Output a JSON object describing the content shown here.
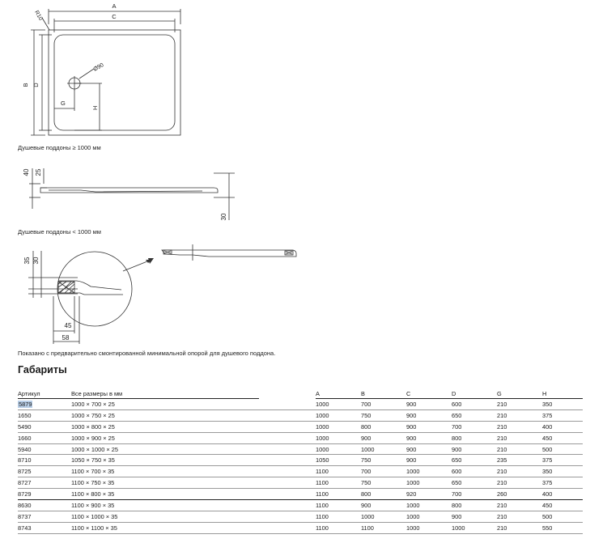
{
  "drawing": {
    "labels": {
      "a": "A",
      "b": "B",
      "c": "C",
      "d": "D",
      "g": "G",
      "h": "H",
      "r10": "R10",
      "o90": "Ø90",
      "dim40": "40",
      "dim25": "25",
      "dim30": "30",
      "dim35": "35",
      "dim30b": "30",
      "dim45": "45",
      "dim58": "58"
    },
    "caption_large": "Душевые поддоны ≥ 1000 мм",
    "caption_small": "Душевые поддоны < 1000 мм",
    "note": "Показано с предварительно смонтированной минимальной опорой для душевого поддона."
  },
  "dimensions": {
    "title": "Габариты",
    "columns": [
      "Артикул",
      "Все размеры в мм",
      "A",
      "B",
      "C",
      "D",
      "G",
      "H"
    ],
    "rows": [
      [
        "5879",
        "1000 × 700 × 25",
        "1000",
        "700",
        "900",
        "600",
        "210",
        "350"
      ],
      [
        "1650",
        "1000 × 750 × 25",
        "1000",
        "750",
        "900",
        "650",
        "210",
        "375"
      ],
      [
        "5490",
        "1000 × 800 × 25",
        "1000",
        "800",
        "900",
        "700",
        "210",
        "400"
      ],
      [
        "1660",
        "1000 × 900 × 25",
        "1000",
        "900",
        "900",
        "800",
        "210",
        "450"
      ],
      [
        "5940",
        "1000 × 1000 × 25",
        "1000",
        "1000",
        "900",
        "900",
        "210",
        "500"
      ],
      [
        "8710",
        "1050 × 750 × 35",
        "1050",
        "750",
        "900",
        "650",
        "235",
        "375"
      ],
      [
        "8725",
        "1100 × 700 × 35",
        "1100",
        "700",
        "1000",
        "600",
        "210",
        "350"
      ],
      [
        "8727",
        "1100 × 750 × 35",
        "1100",
        "750",
        "1000",
        "650",
        "210",
        "375"
      ],
      [
        "8729",
        "1100 × 800 × 35",
        "1100",
        "800",
        "920",
        "700",
        "260",
        "400"
      ],
      [
        "8630",
        "1100 × 900 × 35",
        "1100",
        "900",
        "1000",
        "800",
        "210",
        "450"
      ],
      [
        "8737",
        "1100 × 1000 × 35",
        "1100",
        "1000",
        "1000",
        "900",
        "210",
        "500"
      ],
      [
        "8743",
        "1100 × 1100 × 35",
        "1100",
        "1100",
        "1000",
        "1000",
        "210",
        "550"
      ]
    ]
  }
}
